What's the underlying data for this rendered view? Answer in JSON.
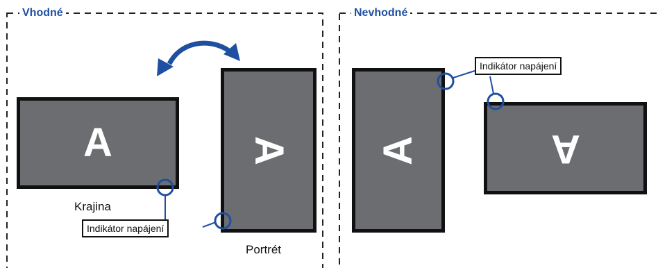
{
  "suitable": {
    "title": "Vhodné",
    "landscape_letter": "A",
    "landscape_caption": "Krajina",
    "portrait_letter": "A",
    "portrait_caption": "Portrét",
    "power_label": "Indikátor napájení"
  },
  "unsuitable": {
    "title": "Nevhodné",
    "portrait_letter": "A",
    "landscape_letter": "A",
    "power_label": "Indikátor napájení"
  },
  "colors": {
    "accent": "#1f4fa0",
    "screen": "#6b6d70",
    "frame": "#111111"
  }
}
